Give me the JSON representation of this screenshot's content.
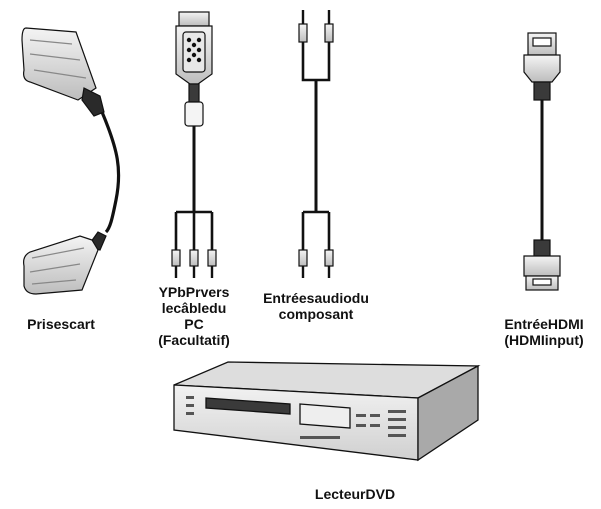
{
  "labels": {
    "scart": [
      "Prisescart"
    ],
    "ypbpr": [
      "YPbPrvers",
      "lecâbledu",
      "PC",
      "(Facultatif)"
    ],
    "audio": [
      "Entréesaudiodu",
      "composant"
    ],
    "hdmi": [
      "EntréeHDMI",
      "(HDMIinput)"
    ],
    "dvd": [
      "LecteurDVD"
    ]
  },
  "icons": [
    "scart-cable-icon",
    "vga-ypbpr-cable-icon",
    "rca-audio-cable-icon",
    "hdmi-cable-icon",
    "dvd-player-icon"
  ],
  "colors": {
    "stroke": "#111111",
    "fill": "#d8d8d8",
    "dark": "#3a3a3a",
    "light": "#eeeeee"
  }
}
